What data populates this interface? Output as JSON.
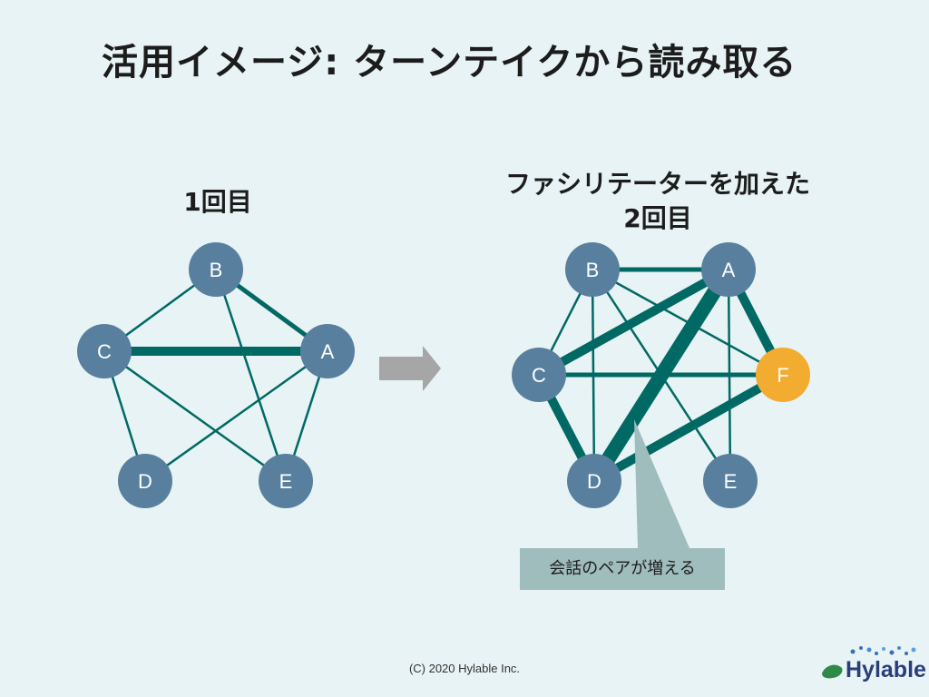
{
  "title": "活用イメージ: ターンテイクから読み取る",
  "left_label": "1回目",
  "right_label_line1": "ファシリテーターを加えた",
  "right_label_line2": "2回目",
  "callout": "会話のペアが増える",
  "footer": "(C) 2020 Hylable Inc.",
  "logo": "Hylable",
  "colors": {
    "background": "#e7f3f4",
    "node": "#58809e",
    "facilitator_node": "#f2ac30",
    "edge": "#006964",
    "arrow": "#a6a6a6",
    "callout": "#9fbdbc",
    "logo_text": "#2a3e7a"
  },
  "graphs": [
    {
      "name": "1回目",
      "nodes": [
        "B",
        "C",
        "A",
        "D",
        "E"
      ],
      "edges": [
        {
          "from": "C",
          "to": "A",
          "weight": "thick"
        },
        {
          "from": "B",
          "to": "A",
          "weight": "medium"
        },
        {
          "from": "B",
          "to": "C",
          "weight": "thin"
        },
        {
          "from": "B",
          "to": "E",
          "weight": "thin"
        },
        {
          "from": "C",
          "to": "D",
          "weight": "thin"
        },
        {
          "from": "C",
          "to": "E",
          "weight": "thin"
        },
        {
          "from": "A",
          "to": "D",
          "weight": "thin"
        },
        {
          "from": "A",
          "to": "E",
          "weight": "thin"
        }
      ]
    },
    {
      "name": "2回目",
      "nodes": [
        "B",
        "A",
        "C",
        "F",
        "D",
        "E"
      ],
      "facilitator": "F",
      "edges": [
        {
          "from": "A",
          "to": "D",
          "weight": "thickest"
        },
        {
          "from": "A",
          "to": "C",
          "weight": "thick"
        },
        {
          "from": "F",
          "to": "D",
          "weight": "thick"
        },
        {
          "from": "C",
          "to": "D",
          "weight": "thick"
        },
        {
          "from": "A",
          "to": "F",
          "weight": "thick"
        },
        {
          "from": "B",
          "to": "A",
          "weight": "medium"
        },
        {
          "from": "C",
          "to": "F",
          "weight": "medium"
        },
        {
          "from": "B",
          "to": "C",
          "weight": "thin"
        },
        {
          "from": "B",
          "to": "D",
          "weight": "thin"
        },
        {
          "from": "B",
          "to": "E",
          "weight": "thin"
        },
        {
          "from": "B",
          "to": "F",
          "weight": "thin"
        },
        {
          "from": "A",
          "to": "E",
          "weight": "thin"
        }
      ]
    }
  ]
}
